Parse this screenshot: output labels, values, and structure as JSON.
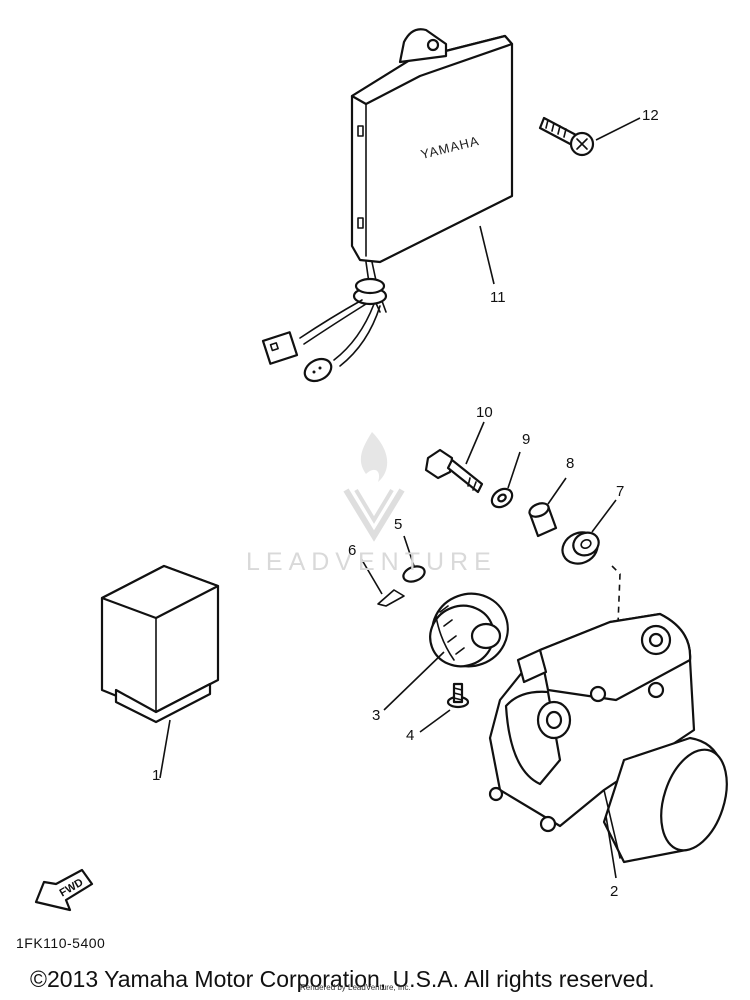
{
  "diagram": {
    "brand_label": "YAMAHA",
    "callouts": {
      "c1": "1",
      "c2": "2",
      "c3": "3",
      "c4": "4",
      "c5": "5",
      "c6": "6",
      "c7": "7",
      "c8": "8",
      "c9": "9",
      "c10": "10",
      "c11": "11",
      "c12": "12"
    },
    "fwd_label": "FWD",
    "part_code": "1FK110-5400"
  },
  "watermark": {
    "text": "LEADVENTURE"
  },
  "footer": {
    "copyright": "©2013 Yamaha Motor Corporation, U.S.A. All rights reserved.",
    "rendered_by": "Rendered by LeadVenture, Inc."
  }
}
